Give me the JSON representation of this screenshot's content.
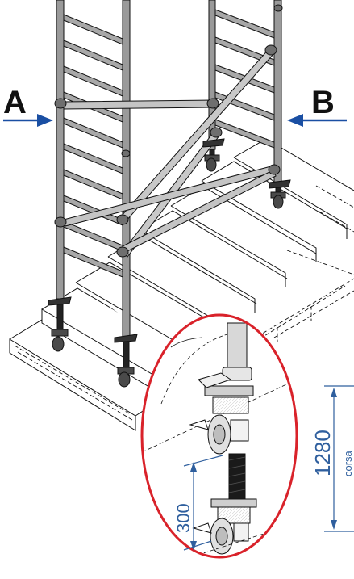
{
  "labels": {
    "marker_a": "A",
    "marker_b": "B"
  },
  "dimensions": {
    "adjust_height": "300",
    "stroke_value": "1280",
    "stroke_word": "corsa"
  },
  "colors": {
    "arrow_blue": "#1a4fa3",
    "dimension_blue": "#2f5f9e",
    "highlight_red": "#d9222a",
    "line": "#111111"
  }
}
